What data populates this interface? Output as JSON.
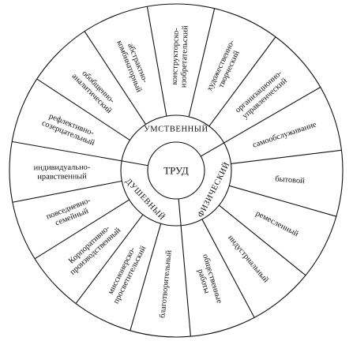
{
  "center": {
    "label": "ТРУД"
  },
  "categories": [
    {
      "key": "mental",
      "label": "УМСТВЕННЫЙ"
    },
    {
      "key": "physical",
      "label": "ФИЗИЧЕСКИЙ"
    },
    {
      "key": "soul",
      "label": "ДУШЕВНЫЙ"
    }
  ],
  "segments": {
    "mental": [
      [
        "рефлективно-",
        "созерцательный"
      ],
      [
        "обобщенно-",
        "аналитический"
      ],
      [
        "абстрактно-",
        "комбинаторный"
      ],
      [
        "конструкторско-",
        "изобретательский"
      ],
      [
        "художественно-",
        "творческий"
      ],
      [
        "организационно-",
        "управленческий"
      ]
    ],
    "physical": [
      [
        "самообслуживание"
      ],
      [
        "бытовой"
      ],
      [
        "ремесленный"
      ],
      [
        "индустриальный"
      ],
      [
        "общественные",
        "работы"
      ]
    ],
    "soul": [
      [
        "благотворительный"
      ],
      [
        "миссионерско-",
        "просветительский"
      ],
      [
        "Корпоративно-",
        "производственный"
      ],
      [
        "повседневно-",
        "семейный"
      ],
      [
        "индивидуально-",
        "нравственный"
      ]
    ]
  }
}
